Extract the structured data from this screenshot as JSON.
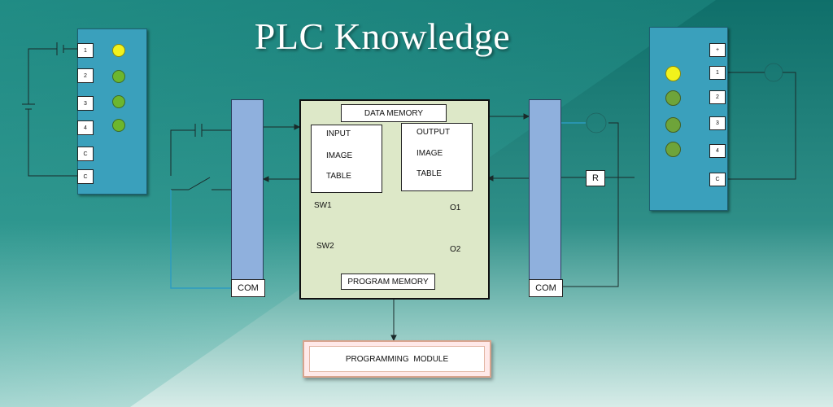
{
  "title": "PLC Knowledge",
  "cpu": {
    "data_memory": "DATA MEMORY",
    "input_table": [
      "INPUT",
      "IMAGE",
      "TABLE"
    ],
    "output_table": [
      "OUTPUT",
      "IMAGE",
      "TABLE"
    ],
    "program_memory": "PROGRAM MEMORY",
    "ladder": {
      "sw1": "SW1",
      "sw2": "SW2",
      "o1": "O1",
      "o2": "O2"
    }
  },
  "input_module": {
    "terminals": [
      "1",
      "2",
      "3",
      "4",
      "C",
      "C"
    ],
    "leds": [
      "on",
      "off",
      "off",
      "off"
    ]
  },
  "output_module": {
    "terminals": [
      "+",
      "1",
      "2",
      "3",
      "4",
      "C"
    ],
    "leds": [
      "on",
      "dim",
      "dim",
      "dim"
    ]
  },
  "com_left": "COM",
  "com_right": "COM",
  "relay_label": "R",
  "programming_module": "PROGRAMMING MODULE",
  "colors": {
    "bg_dark": "#0e6f6b",
    "bg_light": "#c8e6e2",
    "module": "#3aa0bc",
    "bus": "#8fb0dd",
    "cpu": "#dde8c8",
    "led_on": "#f2f21c",
    "led_off": "#6cb62e"
  }
}
